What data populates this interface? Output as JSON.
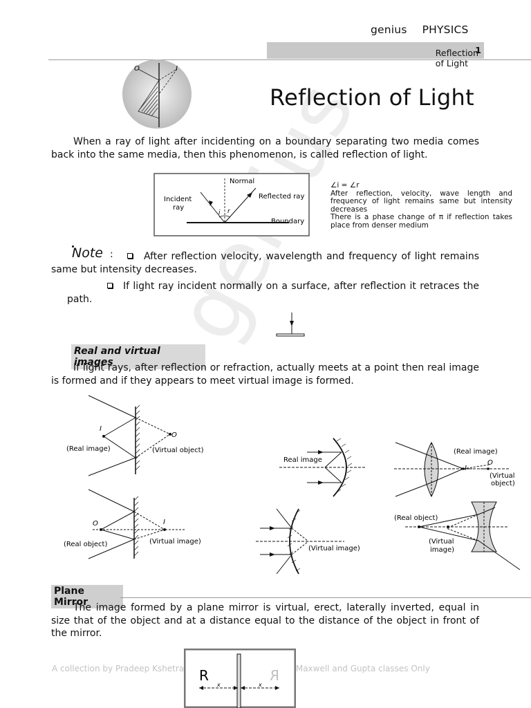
{
  "header": {
    "brand_a": "genius",
    "brand_b": "PHYSICS",
    "chapter_label": "Reflection of Light",
    "page_number": "1"
  },
  "title": "Reflection of Light",
  "intro": "When a ray of light after incidenting on a boundary separating two media comes back into the same media, then this phenomenon, is called reflection of light.",
  "fig1": {
    "normal": "Normal",
    "incident": "Incident",
    "ray": "ray",
    "reflected": "Reflected ray",
    "boundary": "Boundary",
    "i": "i",
    "r": "r"
  },
  "fig1_notes": {
    "equation": "∠i = ∠r",
    "line1": "After reflection, velocity, wave length and frequency of light remains same but intensity decreases",
    "line2": "There is a phase change of π if reflection takes place from denser medium"
  },
  "note": {
    "label": "Note",
    "colon": ":",
    "bullet_icon": "checkbox-square-icon",
    "item1": "After reflection velocity, wavelength and frequency of light remains same but intensity decreases.",
    "item2": "If light ray incident normally on a surface, after reflection it retraces the path."
  },
  "watermark": "genius",
  "real_virtual": {
    "heading": "Real and virtual images",
    "text": "If light rays, after reflection or refraction, actually meets at a point then real image is formed and if they appears to meet virtual image is formed."
  },
  "diagrams": {
    "real_image": "(Real image)",
    "virtual_object": "(Virtual object)",
    "real_object": "(Real object)",
    "virtual_image": "(Virtual image)",
    "real_image_plain": "Real image",
    "virtual_image_bottom": "(Virtual image)",
    "lens_real_image": "(Real image)",
    "lens_virtual": "(Virtual",
    "lens_object": "object)",
    "conc_real_object": "(Real object)",
    "conc_virtual": "(Virtual",
    "conc_image": "image)",
    "I": "I",
    "O": "O"
  },
  "plane_mirror": {
    "heading": "Plane Mirror",
    "text": "The image formed by a plane mirror is virtual, erect, laterally inverted, equal in size that of the object and at a distance equal to the distance of the object in front of the mirror.",
    "letter": "R",
    "letter_mirror": "R",
    "x": "x"
  },
  "footer": "A collection by Pradeep Kshetrapal for students at genius, Maxwell and Gupta classes Only",
  "colors": {
    "header_bar": "#c8c8c8",
    "section_bg": "#d9d9d9",
    "watermark": "#ededed"
  }
}
